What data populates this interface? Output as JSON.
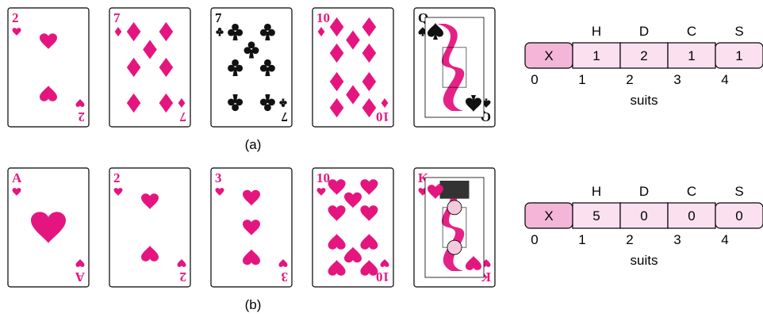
{
  "colors": {
    "pink": "#e5157f",
    "black": "#111111",
    "x_cell": "#f4b6d8",
    "cell": "#fbe0ef",
    "border": "#000000"
  },
  "panels": [
    {
      "caption": "(a)",
      "cards": [
        {
          "rank": "2",
          "suit": "hearts",
          "color": "pink"
        },
        {
          "rank": "7",
          "suit": "diamonds",
          "color": "pink"
        },
        {
          "rank": "7",
          "suit": "clubs",
          "color": "black"
        },
        {
          "rank": "10",
          "suit": "diamonds",
          "color": "pink"
        },
        {
          "rank": "Q",
          "suit": "spades",
          "color": "black",
          "face": true
        }
      ],
      "table": {
        "headers": [
          "H",
          "D",
          "C",
          "S"
        ],
        "cells": [
          "X",
          "1",
          "2",
          "1",
          "1"
        ],
        "indices": [
          "0",
          "1",
          "2",
          "3",
          "4"
        ],
        "label": "suits"
      }
    },
    {
      "caption": "(b)",
      "cards": [
        {
          "rank": "A",
          "suit": "hearts",
          "color": "pink"
        },
        {
          "rank": "2",
          "suit": "hearts",
          "color": "pink"
        },
        {
          "rank": "3",
          "suit": "hearts",
          "color": "pink"
        },
        {
          "rank": "10",
          "suit": "hearts",
          "color": "pink"
        },
        {
          "rank": "K",
          "suit": "hearts",
          "color": "pink",
          "face": true
        }
      ],
      "table": {
        "headers": [
          "H",
          "D",
          "C",
          "S"
        ],
        "cells": [
          "X",
          "5",
          "0",
          "0",
          "0"
        ],
        "indices": [
          "0",
          "1",
          "2",
          "3",
          "4"
        ],
        "label": "suits"
      }
    }
  ]
}
